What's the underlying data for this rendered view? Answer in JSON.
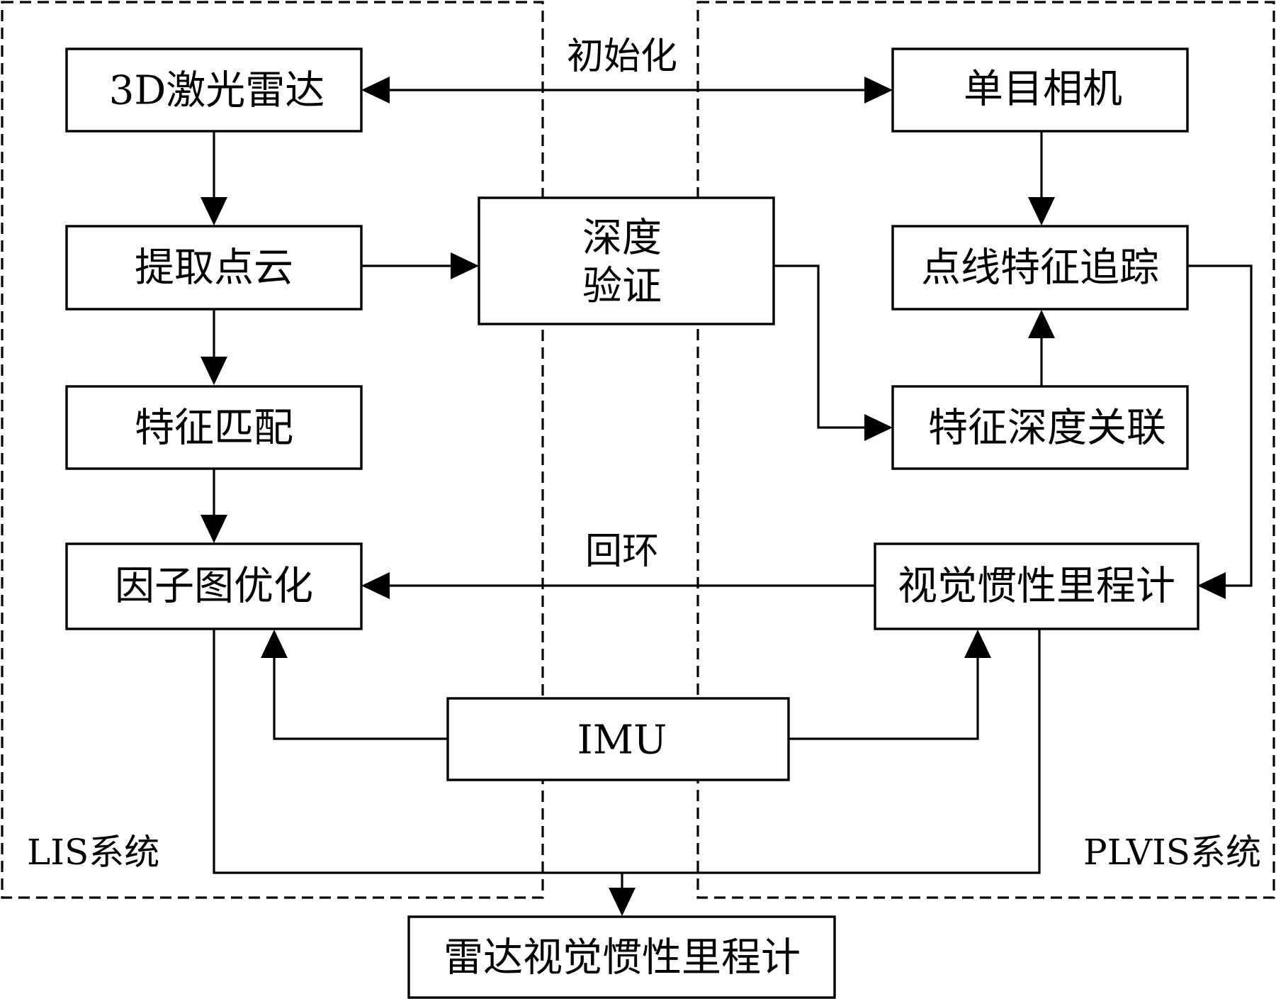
{
  "nodes": {
    "lidar": "3D激光雷达",
    "extract_points": "提取点云",
    "feature_match": "特征匹配",
    "factor_graph": "因子图优化",
    "depth_check_line1": "深度",
    "depth_check_line2": "验证",
    "mono_camera": "单目相机",
    "point_line_tracking": "点线特征追踪",
    "feature_depth_assoc": "特征深度关联",
    "vio": "视觉惯性里程计",
    "imu": "IMU",
    "lvio": "雷达视觉惯性里程计"
  },
  "edge_labels": {
    "init": "初始化",
    "loop": "回环"
  },
  "groups": {
    "lis": "LIS系统",
    "plvis": "PLVIS系统"
  }
}
